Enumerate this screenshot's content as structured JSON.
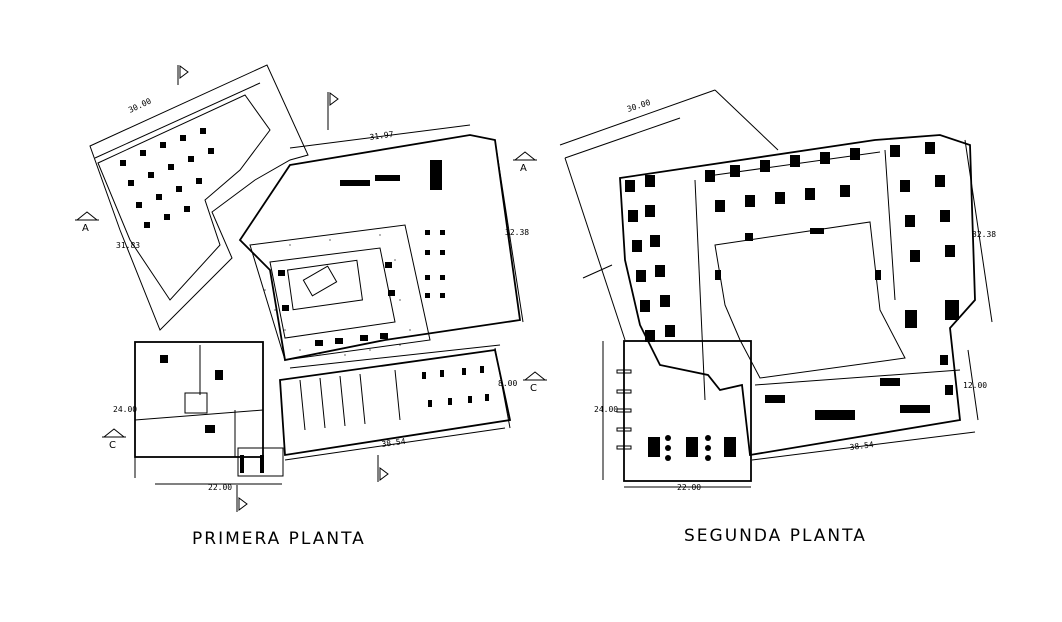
{
  "plans": [
    {
      "title": "PRIMERA PLANTA",
      "dimensions": [
        "30.00",
        "31.97",
        "32.38",
        "31.83",
        "24.00",
        "22.00",
        "38.54",
        "8.00"
      ],
      "section_marks": [
        "A",
        "A",
        "C",
        "C"
      ]
    },
    {
      "title": "SEGUNDA PLANTA",
      "dimensions": [
        "30.00",
        "32.38",
        "24.00",
        "22.00",
        "38.54",
        "12.00"
      ]
    }
  ],
  "colors": {
    "background": "#ffffff",
    "lines": "#000000"
  }
}
